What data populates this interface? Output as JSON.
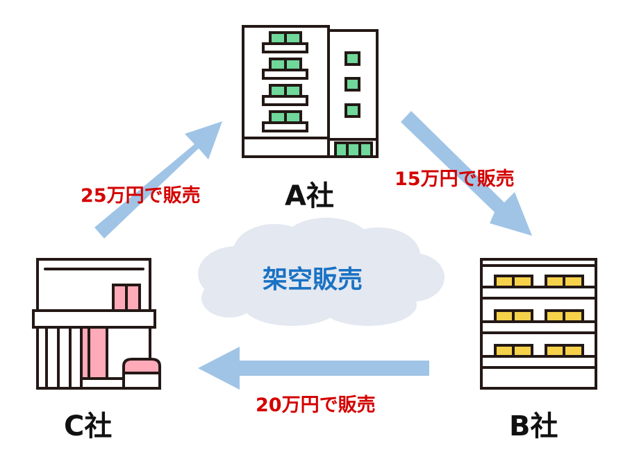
{
  "companies": {
    "a": "A社",
    "b": "B社",
    "c": "C社"
  },
  "sales": {
    "c_to_a": "25万円で販売",
    "a_to_b": "15万円で販売",
    "b_to_c": "20万円で販売"
  },
  "cloud_label": "架空販売",
  "colors": {
    "arrow": "#a0c4e6",
    "cloud": "#e4e8f0",
    "sale_text": "#d40000",
    "cloud_text": "#1a72c4",
    "window_green": "#6fd89a",
    "window_yellow": "#f5d24a",
    "window_pink": "#ffaab8",
    "outline": "#231815"
  }
}
